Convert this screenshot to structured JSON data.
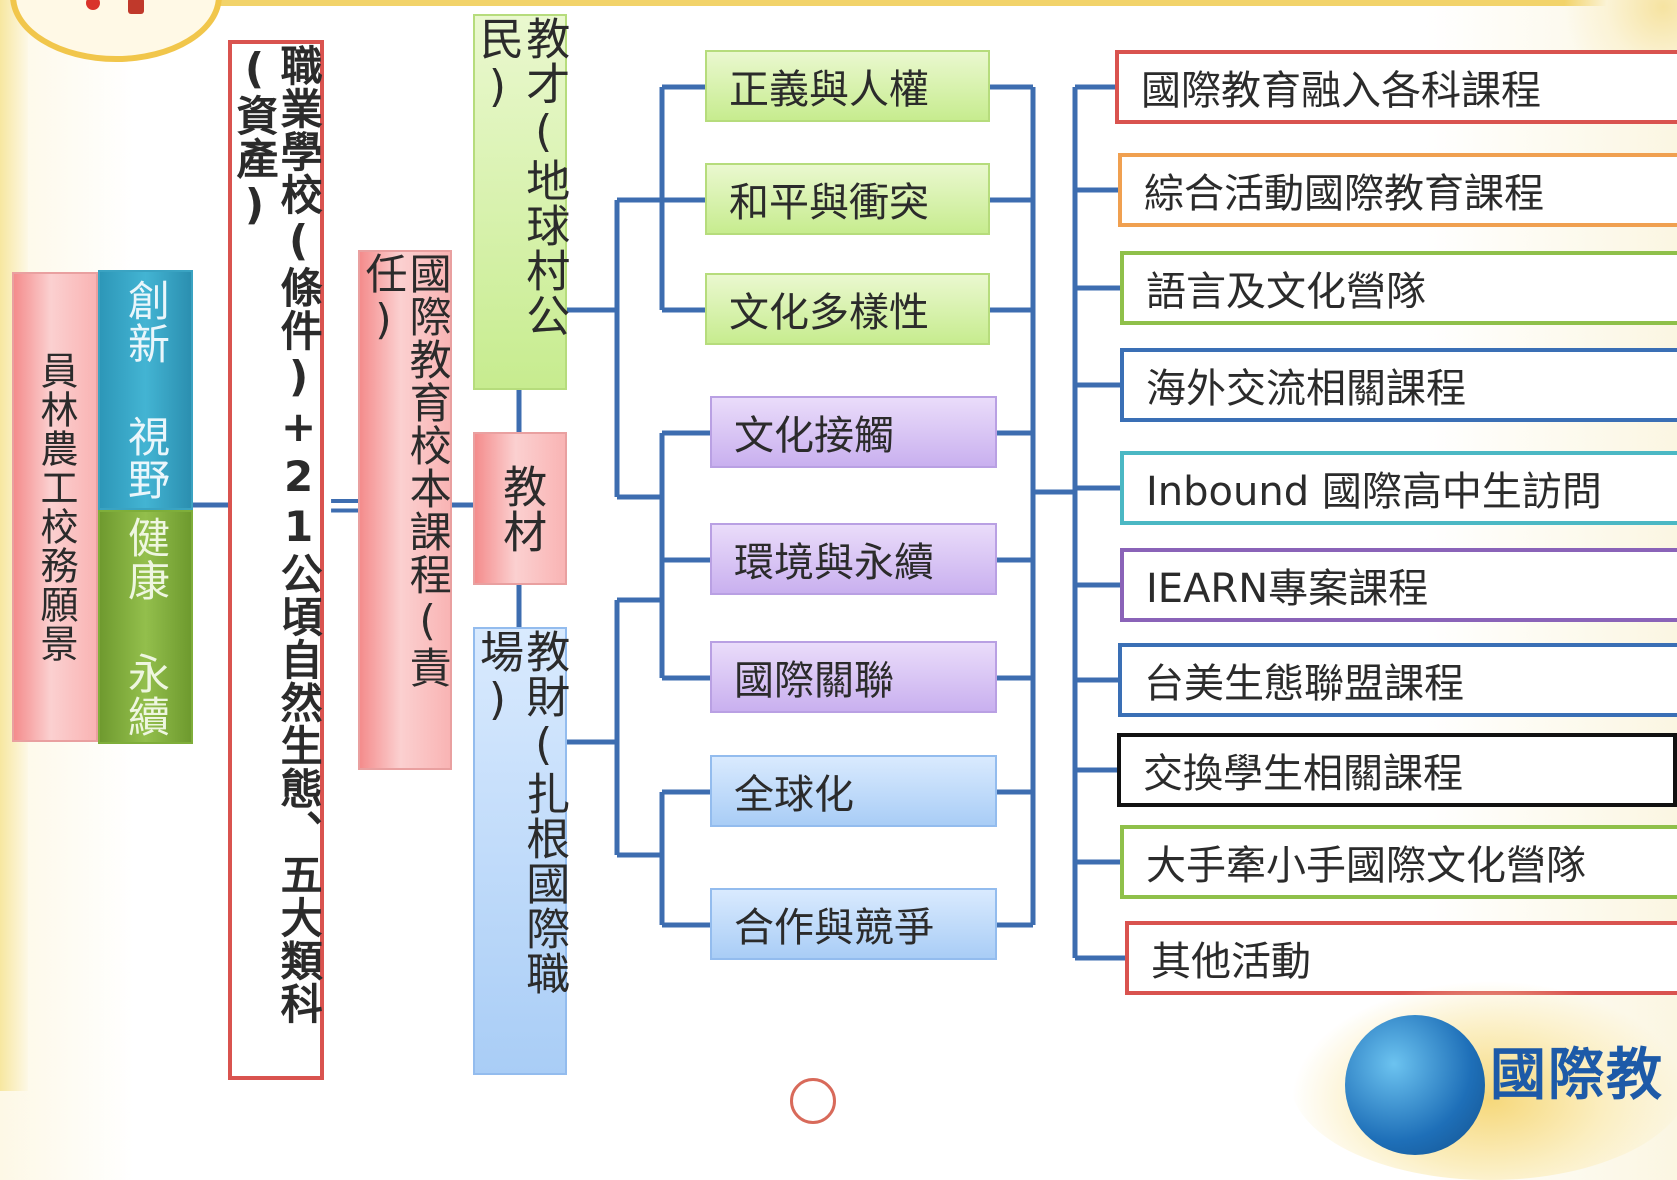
{
  "vision": {
    "school": "員林農工校務願景",
    "top_right": "創新 視野",
    "bottom_right": "健康 永續"
  },
  "base": {
    "label": "職業學校(條件)+21公頃自然生態、五大類科(資產)"
  },
  "equals": "=",
  "curriculum": {
    "label": "國際教育校本課程(責任)"
  },
  "pillars": {
    "talent": "教才(地球村公民)",
    "material": "教材",
    "wealth": "教財(扎根國際職場)"
  },
  "themes": [
    {
      "label": "正義與人權",
      "color": "green"
    },
    {
      "label": "和平與衝突",
      "color": "green"
    },
    {
      "label": "文化多樣性",
      "color": "green"
    },
    {
      "label": "文化接觸",
      "color": "purple"
    },
    {
      "label": "環境與永續",
      "color": "purple"
    },
    {
      "label": "國際關聯",
      "color": "purple"
    },
    {
      "label": "全球化",
      "color": "blue"
    },
    {
      "label": "合作與競爭",
      "color": "blue"
    }
  ],
  "courses": [
    {
      "label": "國際教育融入各科課程",
      "border": "#d9534f"
    },
    {
      "label": "綜合活動國際教育課程",
      "border": "#f0a050"
    },
    {
      "label": "語言及文化營隊",
      "border": "#8fc04a"
    },
    {
      "label": "海外交流相關課程",
      "border": "#3a6fb5"
    },
    {
      "label": "Inbound 國際高中生訪問",
      "border": "#4bb8c4"
    },
    {
      "label": "IEARN專案課程",
      "border": "#8a63b8"
    },
    {
      "label": "台美生態聯盟課程",
      "border": "#3a6fb5"
    },
    {
      "label": "交換學生相關課程",
      "border": "#111111"
    },
    {
      "label": "大手牽小手國際文化營隊",
      "border": "#8fc04a"
    },
    {
      "label": "其他活動",
      "border": "#d9534f"
    }
  ],
  "colors": {
    "connector": "#3d6db0",
    "title_red": "#d9534f"
  }
}
